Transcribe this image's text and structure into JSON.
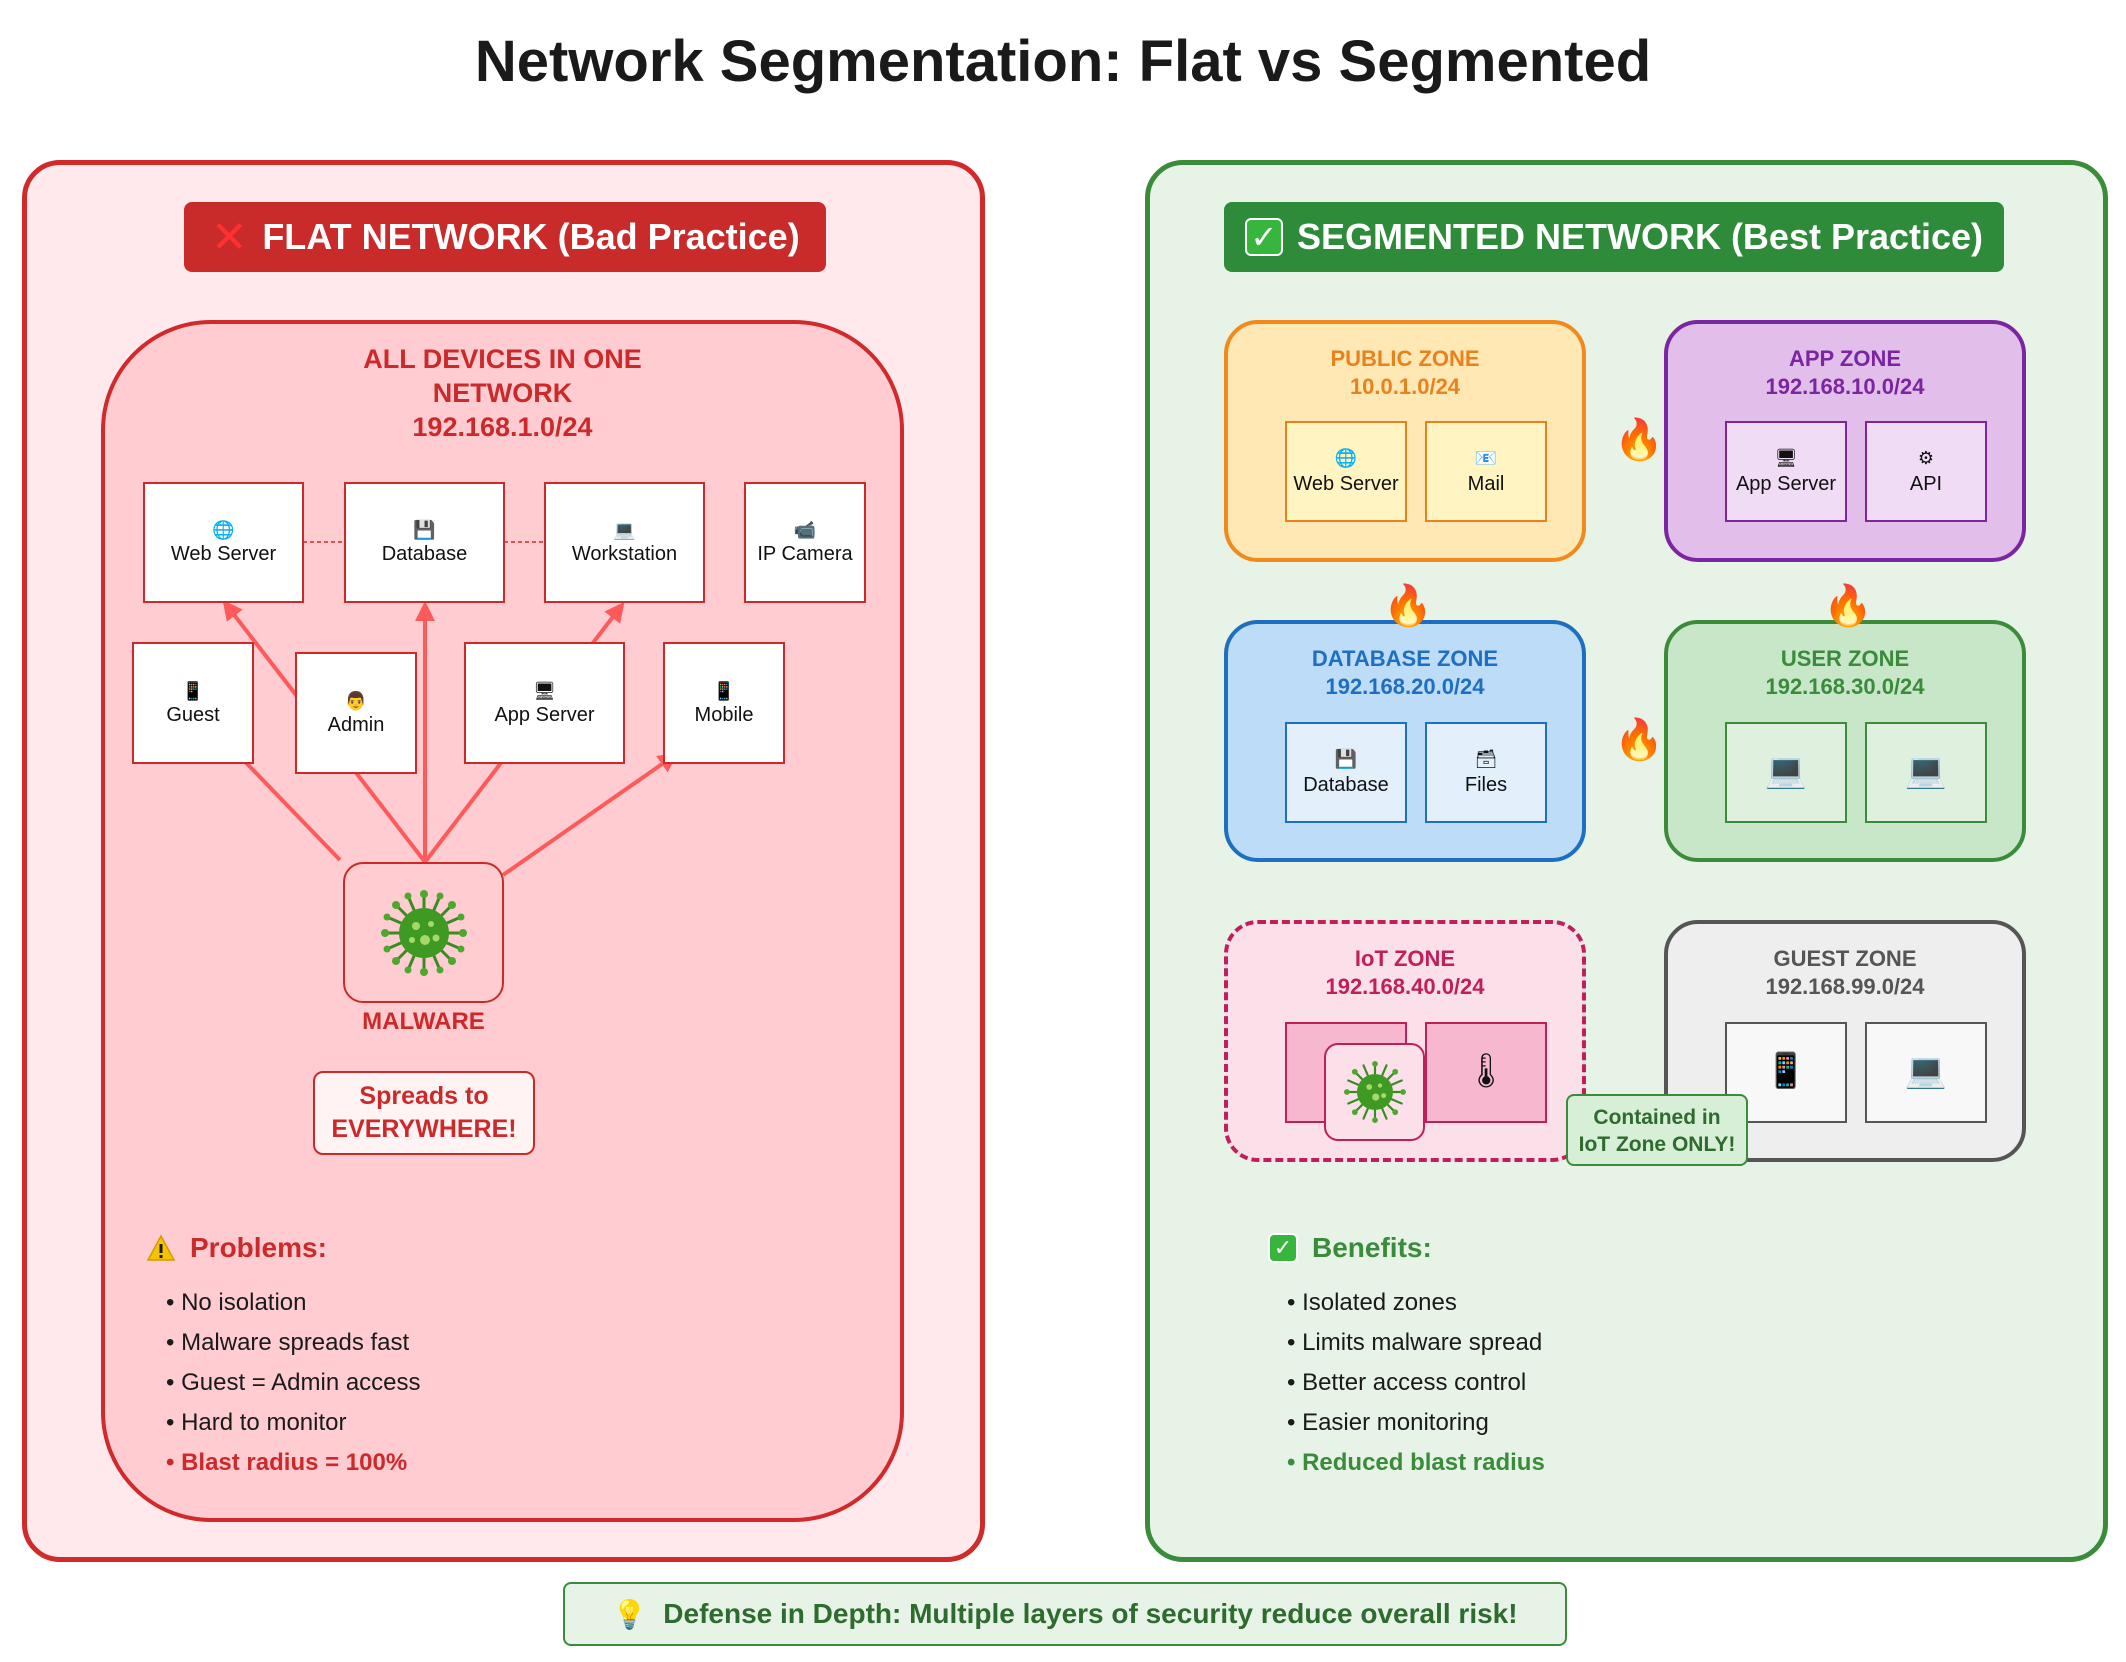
{
  "title": "Network Segmentation: Flat vs Segmented",
  "colors": {
    "bad": "#c92a2a",
    "good": "#2e8b3a",
    "arrow": "#ff5a5a"
  },
  "flat": {
    "banner": "FLAT NETWORK (Bad Practice)",
    "network_title_line1": "ALL DEVICES IN ONE",
    "network_title_line2": "NETWORK",
    "network_subnet": "192.168.1.0/24",
    "devices": {
      "web_server": {
        "label": "Web Server",
        "icon": "globe-icon"
      },
      "database": {
        "label": "Database",
        "icon": "floppy-disk-icon"
      },
      "workstation": {
        "label": "Workstation",
        "icon": "laptop-icon"
      },
      "ip_camera": {
        "label": "IP Camera",
        "icon": "video-camera-icon"
      },
      "guest": {
        "label": "Guest",
        "icon": "mobile-phone-icon"
      },
      "admin": {
        "label": "Admin",
        "icon": "person-icon"
      },
      "app_server": {
        "label": "App Server",
        "icon": "desktop-icon"
      },
      "mobile": {
        "label": "Mobile",
        "icon": "mobile-phone-icon"
      }
    },
    "malware_label": "MALWARE",
    "spreads_line1": "Spreads to",
    "spreads_line2": "EVERYWHERE!",
    "problems_title": "Problems:",
    "problems": [
      "No isolation",
      "Malware spreads fast",
      "Guest = Admin access",
      "Hard to monitor",
      "Blast radius = 100%"
    ]
  },
  "segmented": {
    "banner": "SEGMENTED NETWORK (Best Practice)",
    "zones": {
      "public": {
        "name": "PUBLIC ZONE",
        "subnet": "10.0.1.0/24",
        "items": [
          "Web Server",
          "Mail"
        ],
        "color": "#e8821e"
      },
      "app": {
        "name": "APP ZONE",
        "subnet": "192.168.10.0/24",
        "items": [
          "App Server",
          "API"
        ],
        "color": "#7b25a0"
      },
      "database": {
        "name": "DATABASE ZONE",
        "subnet": "192.168.20.0/24",
        "items": [
          "Database",
          "Files"
        ],
        "color": "#1f6fc0"
      },
      "user": {
        "name": "USER ZONE",
        "subnet": "192.168.30.0/24",
        "color": "#3a8c3a"
      },
      "iot": {
        "name": "IoT ZONE",
        "subnet": "192.168.40.0/24",
        "color": "#c0205a"
      },
      "guest": {
        "name": "GUEST ZONE",
        "subnet": "192.168.99.0/24",
        "color": "#555555"
      }
    },
    "contained_line1": "Contained in",
    "contained_line2": "IoT Zone ONLY!",
    "benefits_title": "Benefits:",
    "benefits": [
      "Isolated zones",
      "Limits malware spread",
      "Better access control",
      "Easier monitoring",
      "Reduced blast radius"
    ]
  },
  "footer": "Defense in Depth: Multiple layers of security reduce overall risk!"
}
